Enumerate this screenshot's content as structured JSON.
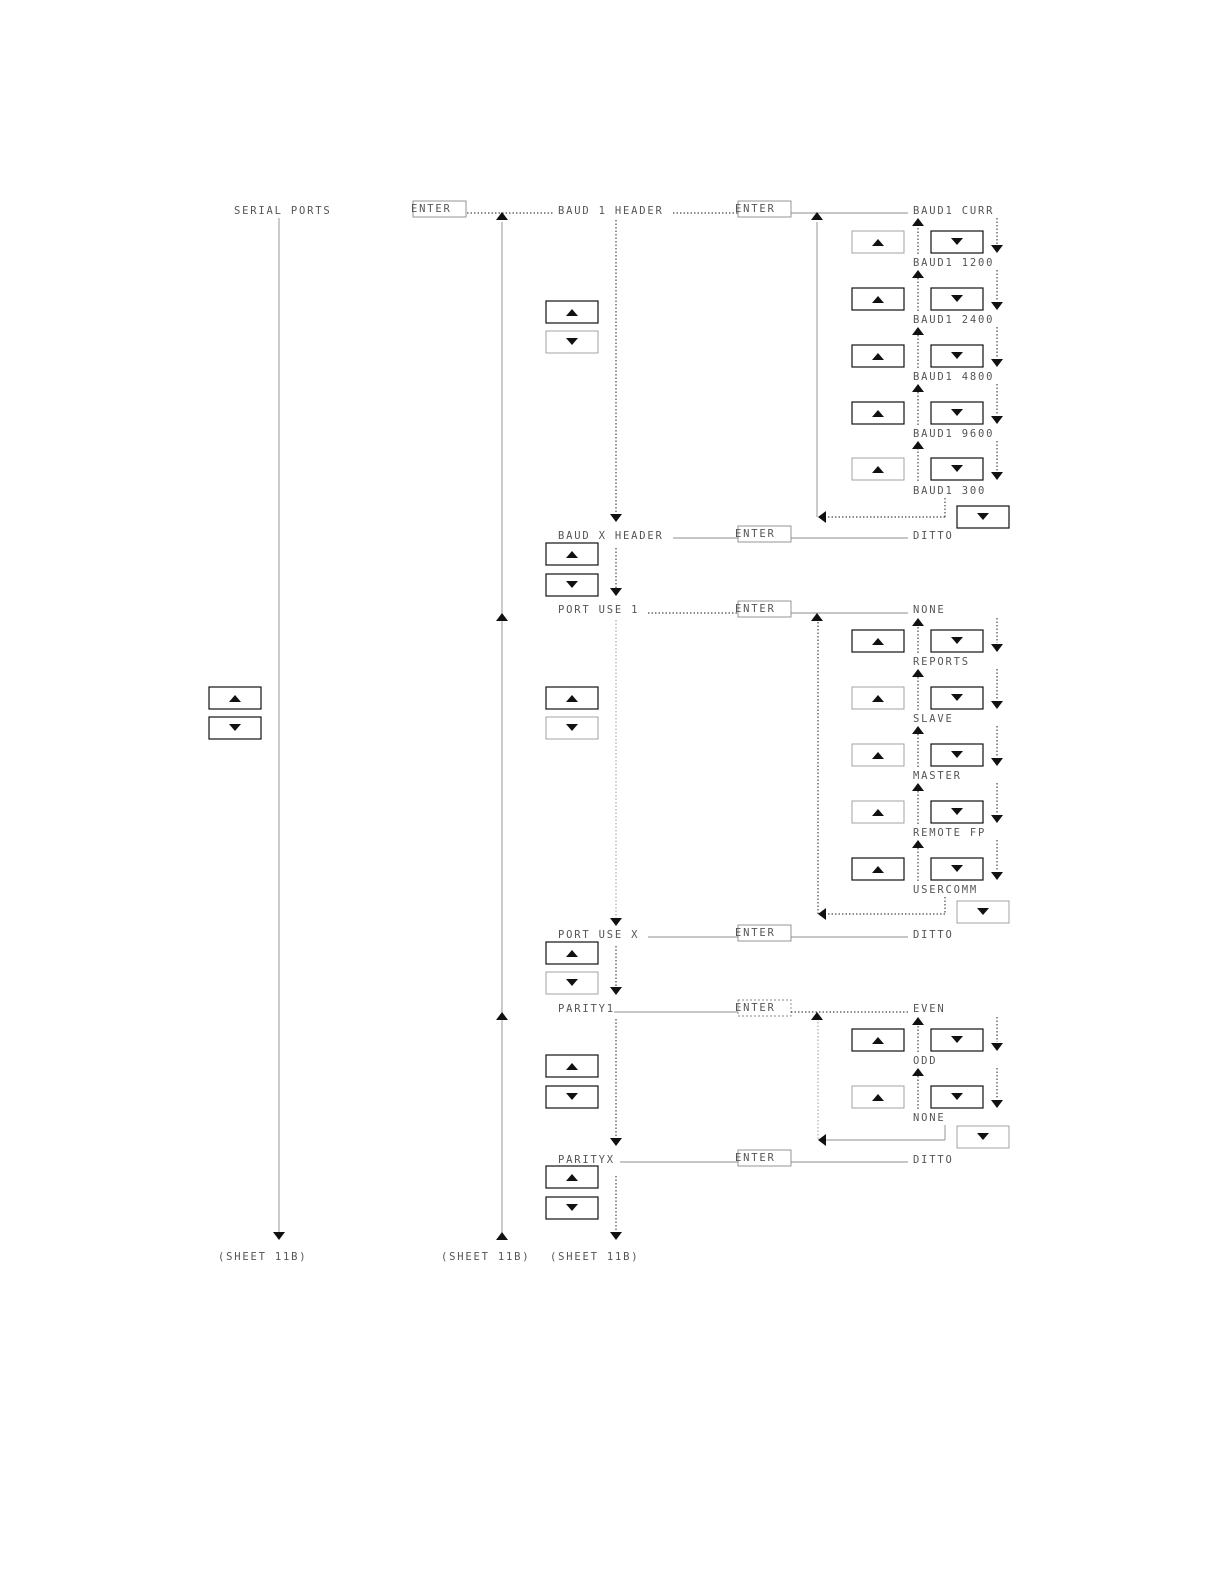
{
  "root": {
    "title": "SERIAL PORTS",
    "sheet_ref": "(SHEET 11B)"
  },
  "enter_label": "ENTER",
  "column2": {
    "sheet_ref": "(SHEET 11B)"
  },
  "column3": {
    "sheet_ref": "(SHEET 11B)"
  },
  "baud1": {
    "header": "BAUD 1 HEADER",
    "options": [
      "BAUD1 CURR",
      "BAUD1 1200",
      "BAUD1 2400",
      "BAUD1 4800",
      "BAUD1 9600",
      "BAUD1 300"
    ]
  },
  "baudx": {
    "header": "BAUD X HEADER",
    "value": "DITTO"
  },
  "portuse1": {
    "header": "PORT USE 1",
    "options": [
      "NONE",
      "REPORTS",
      "SLAVE",
      "MASTER",
      "REMOTE FP",
      "USERCOMM"
    ]
  },
  "portusex": {
    "header": "PORT USE X",
    "value": "DITTO"
  },
  "parity1": {
    "header": "PARITY1",
    "options": [
      "EVEN",
      "ODD",
      "NONE"
    ]
  },
  "parityx": {
    "header": "PARITYX",
    "value": "DITTO"
  },
  "icons": {
    "up_key": "up-arrow-key-icon",
    "down_key": "down-arrow-key-icon"
  }
}
